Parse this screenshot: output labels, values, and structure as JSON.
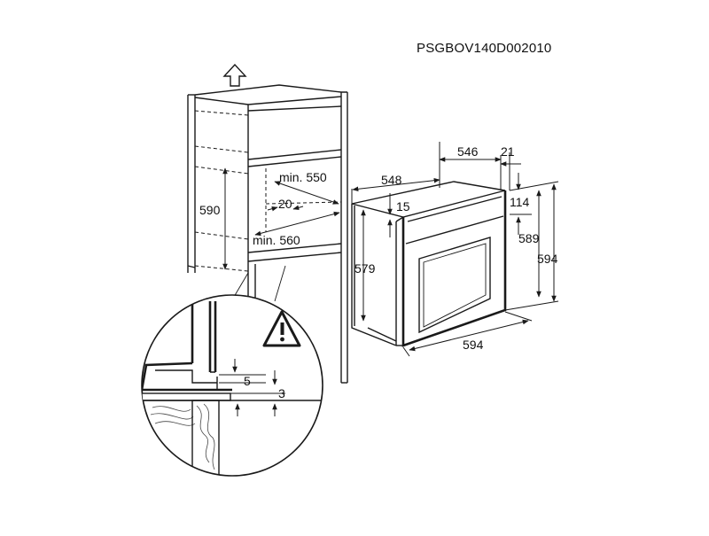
{
  "diagram": {
    "code": "PSGBOV140D002010",
    "cabinet_labels": {
      "min_depth": "min. 550",
      "height": "590",
      "gap": "20",
      "min_width": "min. 560"
    },
    "detail_labels": {
      "gap_upper": "5",
      "gap_lower": "3"
    },
    "oven_labels": {
      "depth_total": "548",
      "depth_body": "546",
      "door_thickness": "21",
      "top_offset": "15",
      "panel_height": "114",
      "body_height": "579",
      "inner_height": "589",
      "total_height": "594",
      "width": "594"
    },
    "icons": [
      "up-arrow-icon",
      "warning-icon"
    ]
  }
}
